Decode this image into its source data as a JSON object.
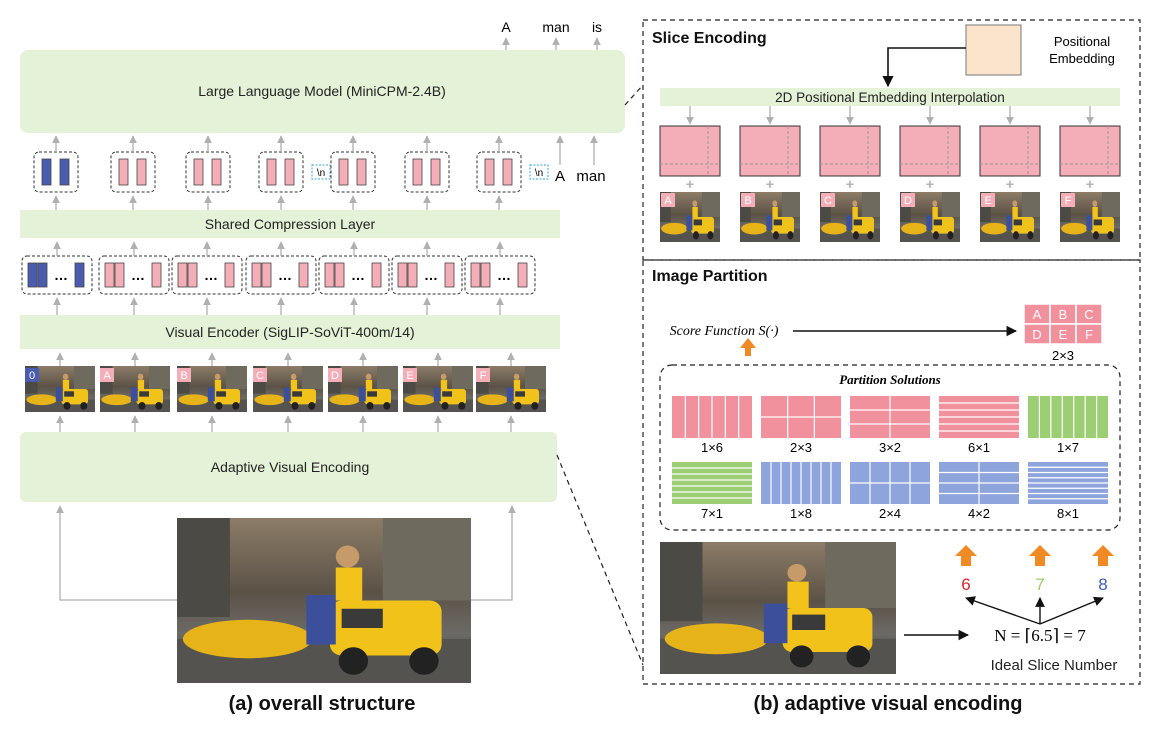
{
  "left": {
    "llm_label": "Large Language Model (MiniCPM-2.4B)",
    "output_tokens": [
      "A",
      "man",
      "is"
    ],
    "inline_tokens": [
      "A",
      "man"
    ],
    "newline_token": "\\n",
    "compression_label": "Shared Compression Layer",
    "encoder_label": "Visual Encoder (SigLIP-SoViT-400m/14)",
    "thumb_labels": [
      "0",
      "A",
      "B",
      "C",
      "D",
      "E",
      "F"
    ],
    "adaptive_label": "Adaptive Visual Encoding",
    "caption": "(a) overall  structure",
    "colors": {
      "green_box": "#e4f2d8",
      "pink": "#f4aeb7",
      "blue": "#4a5cb0"
    }
  },
  "right": {
    "slice_title": "Slice Encoding",
    "pos_embed_label_1": "Positional",
    "pos_embed_label_2": "Embedding",
    "interp_label": "2D Positional Embedding Interpolation",
    "slice_labels": [
      "A",
      "B",
      "C",
      "D",
      "E",
      "F"
    ],
    "partition_title": "Image Partition",
    "score_label": "Score Function S(·)",
    "grid_letters": [
      "A",
      "B",
      "C",
      "D",
      "E",
      "F"
    ],
    "grid_caption": "2×3",
    "solutions_title": "Partition Solutions",
    "solutions": [
      {
        "label": "1×6",
        "color": "pink"
      },
      {
        "label": "2×3",
        "color": "pink"
      },
      {
        "label": "3×2",
        "color": "pink"
      },
      {
        "label": "6×1",
        "color": "pink"
      },
      {
        "label": "1×7",
        "color": "green"
      },
      {
        "label": "7×1",
        "color": "green"
      },
      {
        "label": "1×8",
        "color": "blue"
      },
      {
        "label": "2×4",
        "color": "blue"
      },
      {
        "label": "4×2",
        "color": "blue"
      },
      {
        "label": "8×1",
        "color": "blue"
      }
    ],
    "candidates": [
      {
        "value": "6",
        "color": "#d62728"
      },
      {
        "value": "7",
        "color": "#9ccc65"
      },
      {
        "value": "8",
        "color": "#3a5fb0"
      }
    ],
    "equation": "N = ⌈6.5⌉ = 7",
    "ideal_label": "Ideal Slice Number",
    "caption": "(b) adaptive visual encoding",
    "colors": {
      "arrow_orange": "#f08a24",
      "pos_embed": "#fce3cc",
      "sol_pink": "#f0919d",
      "sol_green": "#9ccf74",
      "sol_blue": "#8ea4dc"
    }
  }
}
